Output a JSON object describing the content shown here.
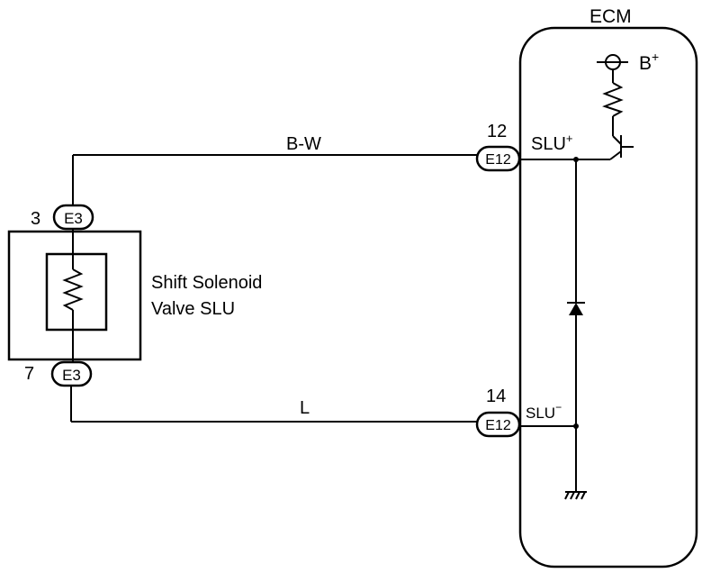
{
  "ecm": {
    "title": "ECM",
    "supply_label": "B+",
    "supply_base": "B",
    "supply_sup": "+",
    "slu_plus_base": "SLU",
    "slu_plus_sup": "+",
    "slu_minus_base": "SLU",
    "slu_minus_sup": "−"
  },
  "connectors": {
    "e12_top": {
      "label": "E12",
      "pin": "12"
    },
    "e12_bottom": {
      "label": "E12",
      "pin": "14"
    },
    "e3_top": {
      "label": "E3",
      "pin": "3"
    },
    "e3_bottom": {
      "label": "E3",
      "pin": "7"
    }
  },
  "wires": {
    "top": "B-W",
    "bottom": "L"
  },
  "solenoid": {
    "line1": "Shift Solenoid",
    "line2": "Valve SLU"
  }
}
